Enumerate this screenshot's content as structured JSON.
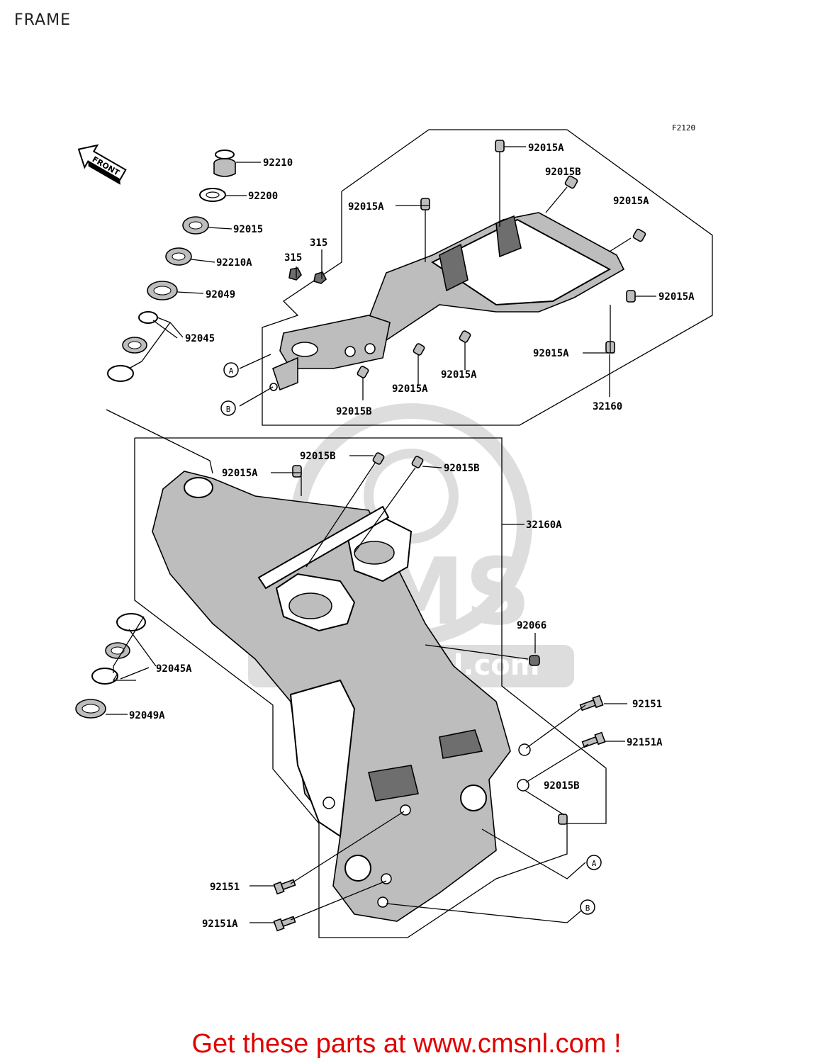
{
  "header": {
    "title": "FRAME"
  },
  "diagram": {
    "figure_code": "F2120",
    "front_badge": "FRONT",
    "watermark": "www.cmsnl.com",
    "labels": [
      {
        "id": "l1",
        "text": "92210"
      },
      {
        "id": "l2",
        "text": "92200"
      },
      {
        "id": "l3",
        "text": "92015"
      },
      {
        "id": "l4",
        "text": "92210A"
      },
      {
        "id": "l5",
        "text": "92049"
      },
      {
        "id": "l6",
        "text": "92045"
      },
      {
        "id": "l7",
        "text": "315"
      },
      {
        "id": "l8",
        "text": "315"
      },
      {
        "id": "l9",
        "text": "92015A"
      },
      {
        "id": "l10",
        "text": "92015A"
      },
      {
        "id": "l11",
        "text": "92015B"
      },
      {
        "id": "l12",
        "text": "92015A"
      },
      {
        "id": "l13",
        "text": "92015A"
      },
      {
        "id": "l14",
        "text": "92015A"
      },
      {
        "id": "l15",
        "text": "92015A"
      },
      {
        "id": "l16",
        "text": "92015A"
      },
      {
        "id": "l17",
        "text": "92015B"
      },
      {
        "id": "l18",
        "text": "32160"
      },
      {
        "id": "l19",
        "text": "92015B"
      },
      {
        "id": "l20",
        "text": "92015A"
      },
      {
        "id": "l21",
        "text": "92015B"
      },
      {
        "id": "l22",
        "text": "32160A"
      },
      {
        "id": "l23",
        "text": "92066"
      },
      {
        "id": "l24",
        "text": "92045A"
      },
      {
        "id": "l25",
        "text": "92049A"
      },
      {
        "id": "l26",
        "text": "92151"
      },
      {
        "id": "l27",
        "text": "92151A"
      },
      {
        "id": "l28",
        "text": "92015B"
      },
      {
        "id": "l29",
        "text": "92151"
      },
      {
        "id": "l30",
        "text": "92151A"
      }
    ],
    "callouts": [
      "A",
      "B",
      "A",
      "B"
    ]
  },
  "footer": {
    "cta": "Get these parts at www.cmsnl.com !"
  },
  "colors": {
    "cta": "#e00000",
    "line": "#000000"
  }
}
